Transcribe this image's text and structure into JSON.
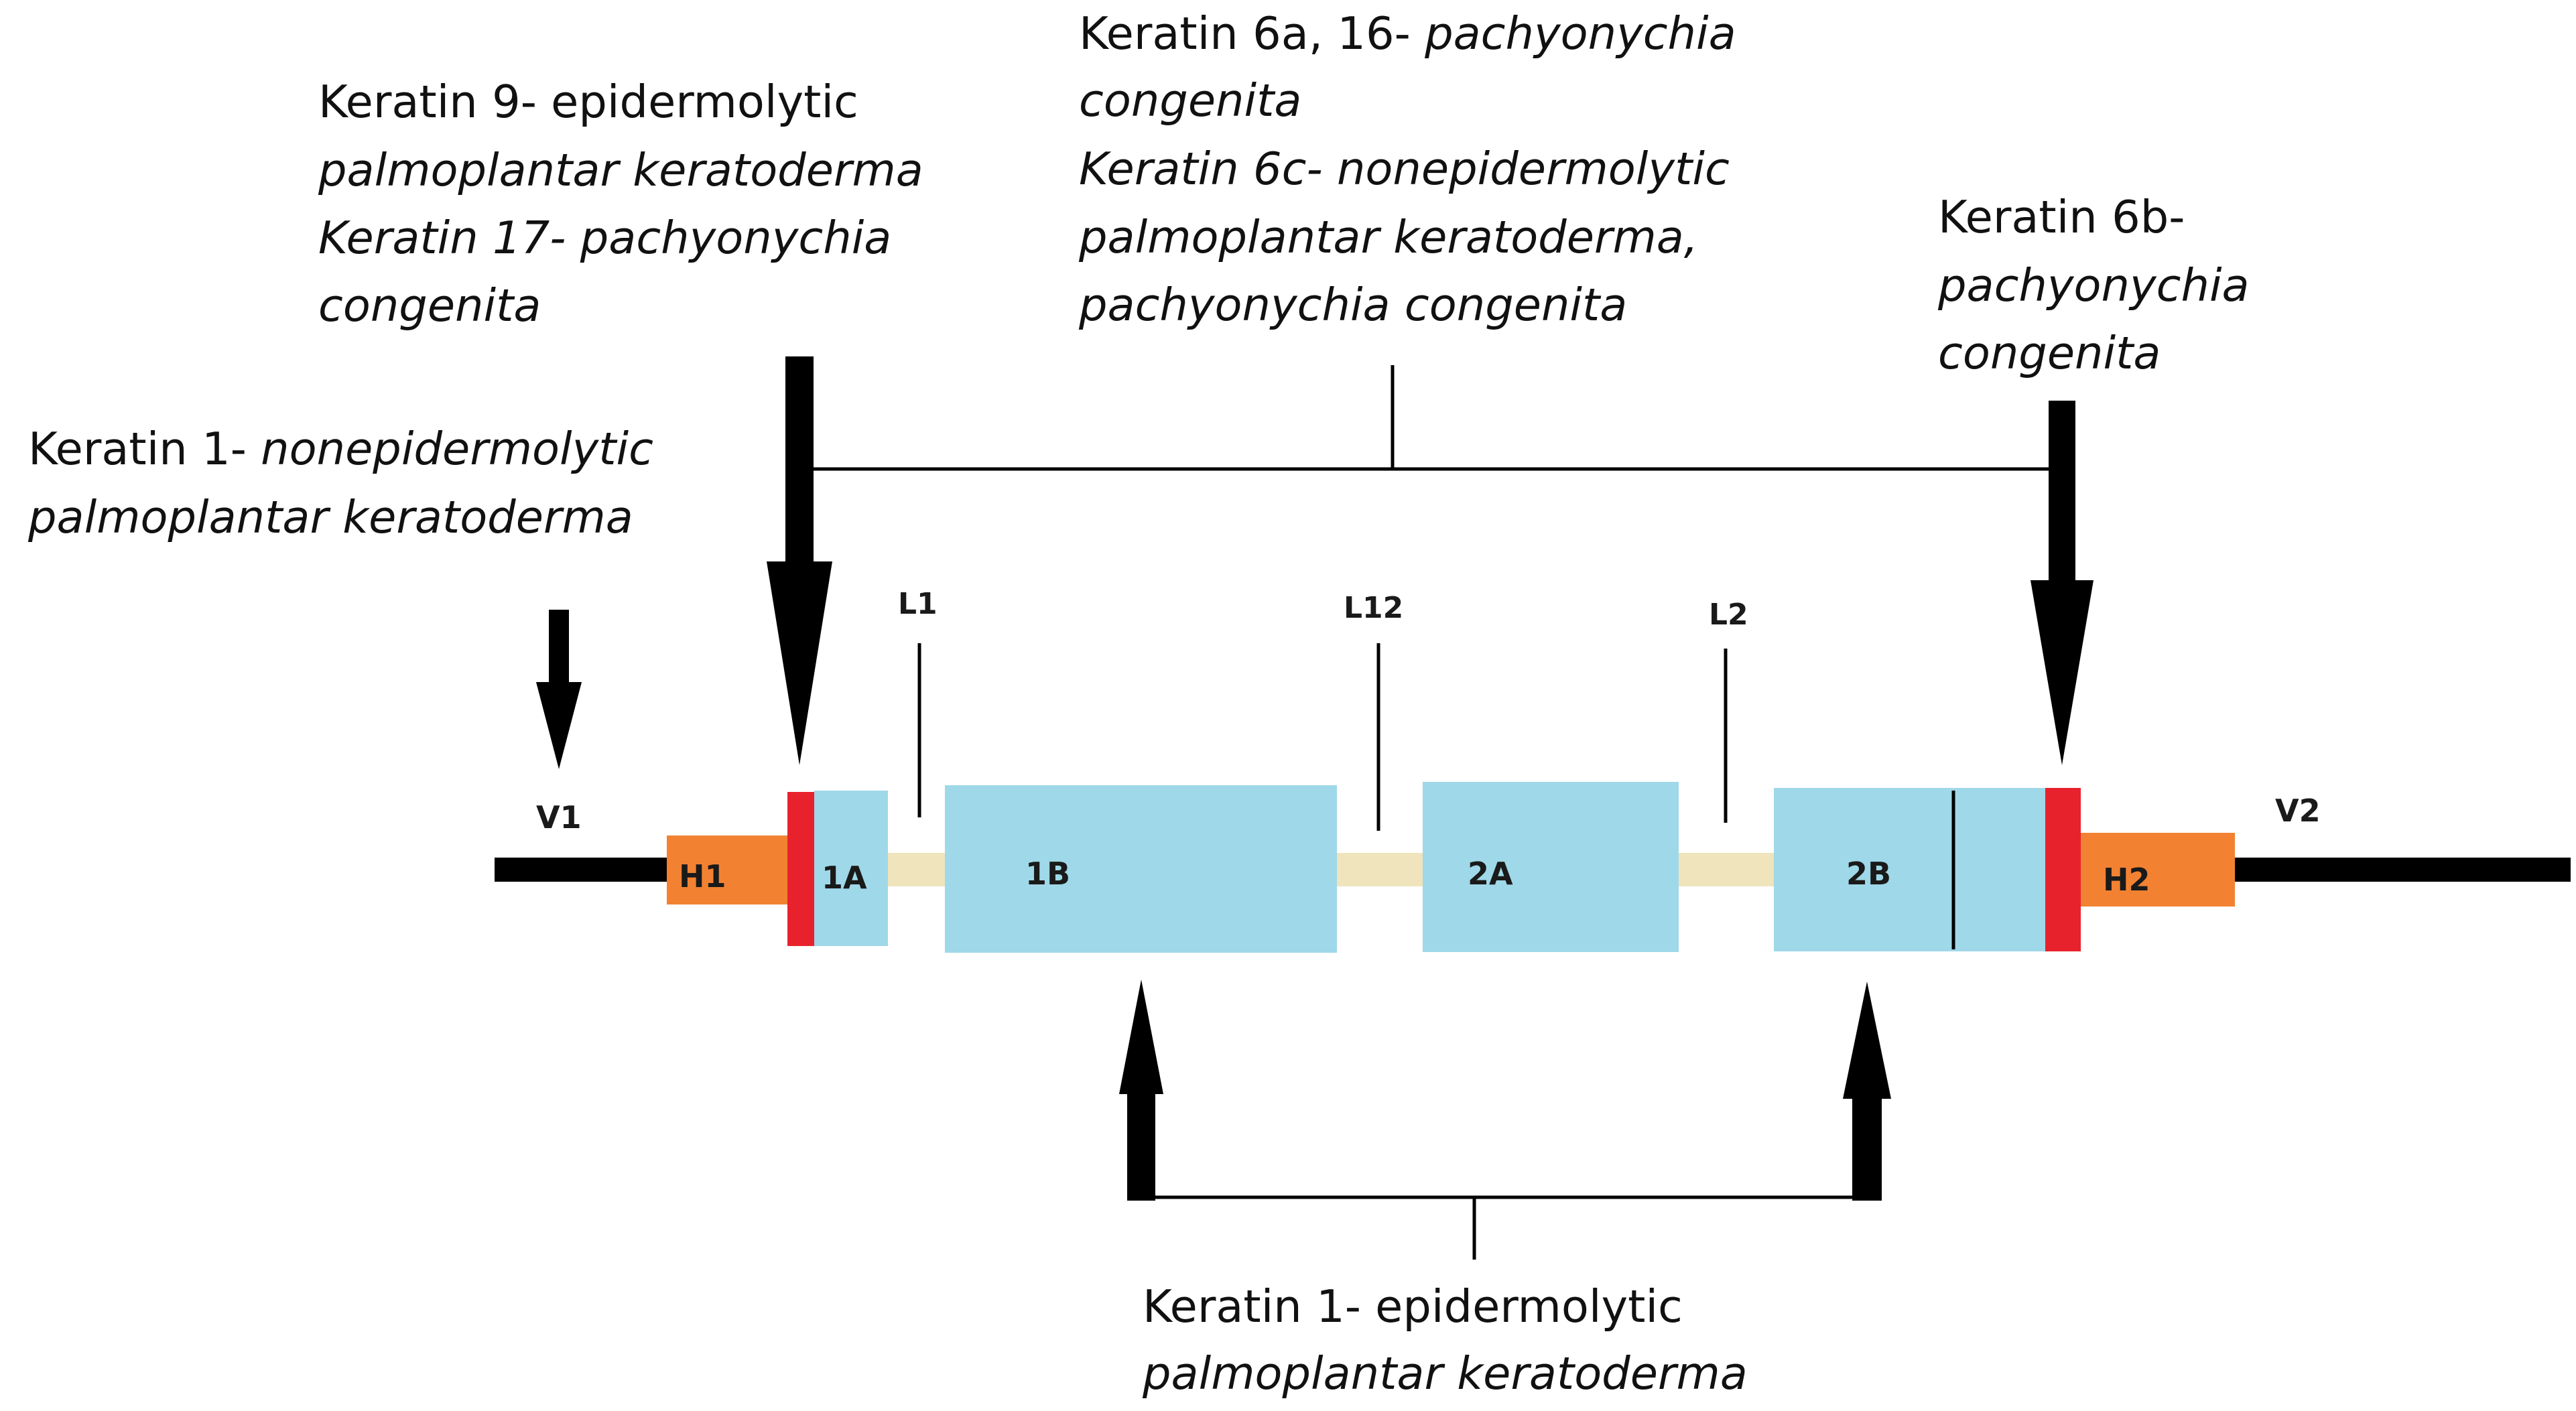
{
  "colors": {
    "rod": "#9fd8e8",
    "linker": "#efe4bc",
    "head": "#f28232",
    "motif": "#e8222c",
    "line": "#000000"
  },
  "annotations": {
    "k9_k17": {
      "l1_plain": "Keratin 9- epidermolytic",
      "l2_ital": "palmoplantar keratoderma",
      "l3_ital": "Keratin 17- pachyonychia",
      "l4_ital": "congenita"
    },
    "k6_k16": {
      "l1_plain": "Keratin 6a, 16- ",
      "l1_ital": "pachyonychia",
      "l2_ital": "congenita",
      "l3_ital": "Keratin 6c- nonepidermolytic",
      "l4_ital": "palmoplantar keratoderma,",
      "l5_ital": "pachyonychia congenita"
    },
    "k6b": {
      "l1_plain": "Keratin 6b-",
      "l2_ital": "pachyonychia",
      "l3_ital": "congenita"
    },
    "k1_nonepi": {
      "l1_plain": "Keratin 1- ",
      "l1_ital": "nonepidermolytic",
      "l2_ital": "palmoplantar keratoderma"
    },
    "k1_epi": {
      "l1_plain": "Keratin 1- epidermolytic",
      "l2_ital": "palmoplantar keratoderma"
    }
  },
  "domains": {
    "v1": "V1",
    "v2": "V2",
    "h1": "H1",
    "h2": "H2",
    "seg_1a": "1A",
    "seg_1b": "1B",
    "seg_2a": "2A",
    "seg_2b": "2B",
    "l1": "L1",
    "l12": "L12",
    "l2": "L2"
  }
}
